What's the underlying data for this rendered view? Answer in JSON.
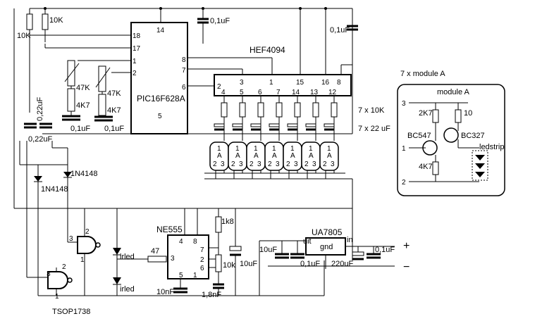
{
  "labels": {
    "r10k_a": "10K",
    "r10k_b": "10K",
    "c_top1": "0,1uF",
    "c_top2": "0,1uF",
    "c_022_v": "0,22uF",
    "c_022_h": "0,22uF",
    "pic": "PIC16F628A",
    "hef": "HEF4094",
    "r47k_1": "47K",
    "r4k7_1": "4K7",
    "r47k_2": "47K",
    "r4k7_2": "4K7",
    "c01_a": "0,1uF",
    "c01_b": "0,1uF",
    "x10k": "7 x 10K",
    "x22uf": "7 x 22 uF",
    "d1": "1N4148",
    "d2": "1N4148",
    "ne555": "NE555",
    "r47": "47",
    "irled1": "irled",
    "irled2": "irled",
    "r1k8": "1k8",
    "r10k_c": "10k",
    "c10uf_v": "10uF",
    "c10nf": "10nF",
    "c1n8": "1,8nF",
    "c10uf_h": "10uF",
    "c01_c": "0,1uF",
    "ua7805": "UA7805",
    "gnd": "gnd",
    "uit": "uit",
    "in": "in",
    "c220uf": "220uF",
    "c01_d": "0,1uF",
    "plus": "+",
    "minus": "−",
    "tsop": "TSOP1738",
    "modA_head": "7 x module A",
    "modA_title": "module A",
    "m_2k7": "2K7",
    "m_10": "10",
    "m_bc547": "BC547",
    "m_bc327": "BC327",
    "m_4k7": "4K7",
    "m_ledstrip": "ledstrip",
    "m_pin3": "3",
    "m_pin1": "1",
    "m_pin2": "2"
  },
  "pic_pins": {
    "p14": "14",
    "p18": "18",
    "p17": "17",
    "p1": "1",
    "p2": "2",
    "p8": "8",
    "p7": "7",
    "p6": "6",
    "p5": "5"
  },
  "hef_top_pins": [
    "3",
    "1",
    "15",
    "16",
    "8"
  ],
  "hef_bottom_pins": [
    "4",
    "5",
    "6",
    "7",
    "14",
    "13",
    "12"
  ],
  "hef_pin2": "2",
  "module_pins": {
    "top": "1",
    "bl": "2",
    "br": "3",
    "mid": "A"
  },
  "ne555_pins": {
    "p4": "4",
    "p8": "8",
    "p7": "7",
    "p3": "3",
    "p2": "2",
    "p6": "6",
    "p5": "5",
    "p1": "1"
  },
  "tsop_pins": {
    "g1_2": "2",
    "g1_3": "3",
    "g1_1": "1",
    "g2_2": "2",
    "g2_3": "3",
    "g2_1": "1"
  }
}
